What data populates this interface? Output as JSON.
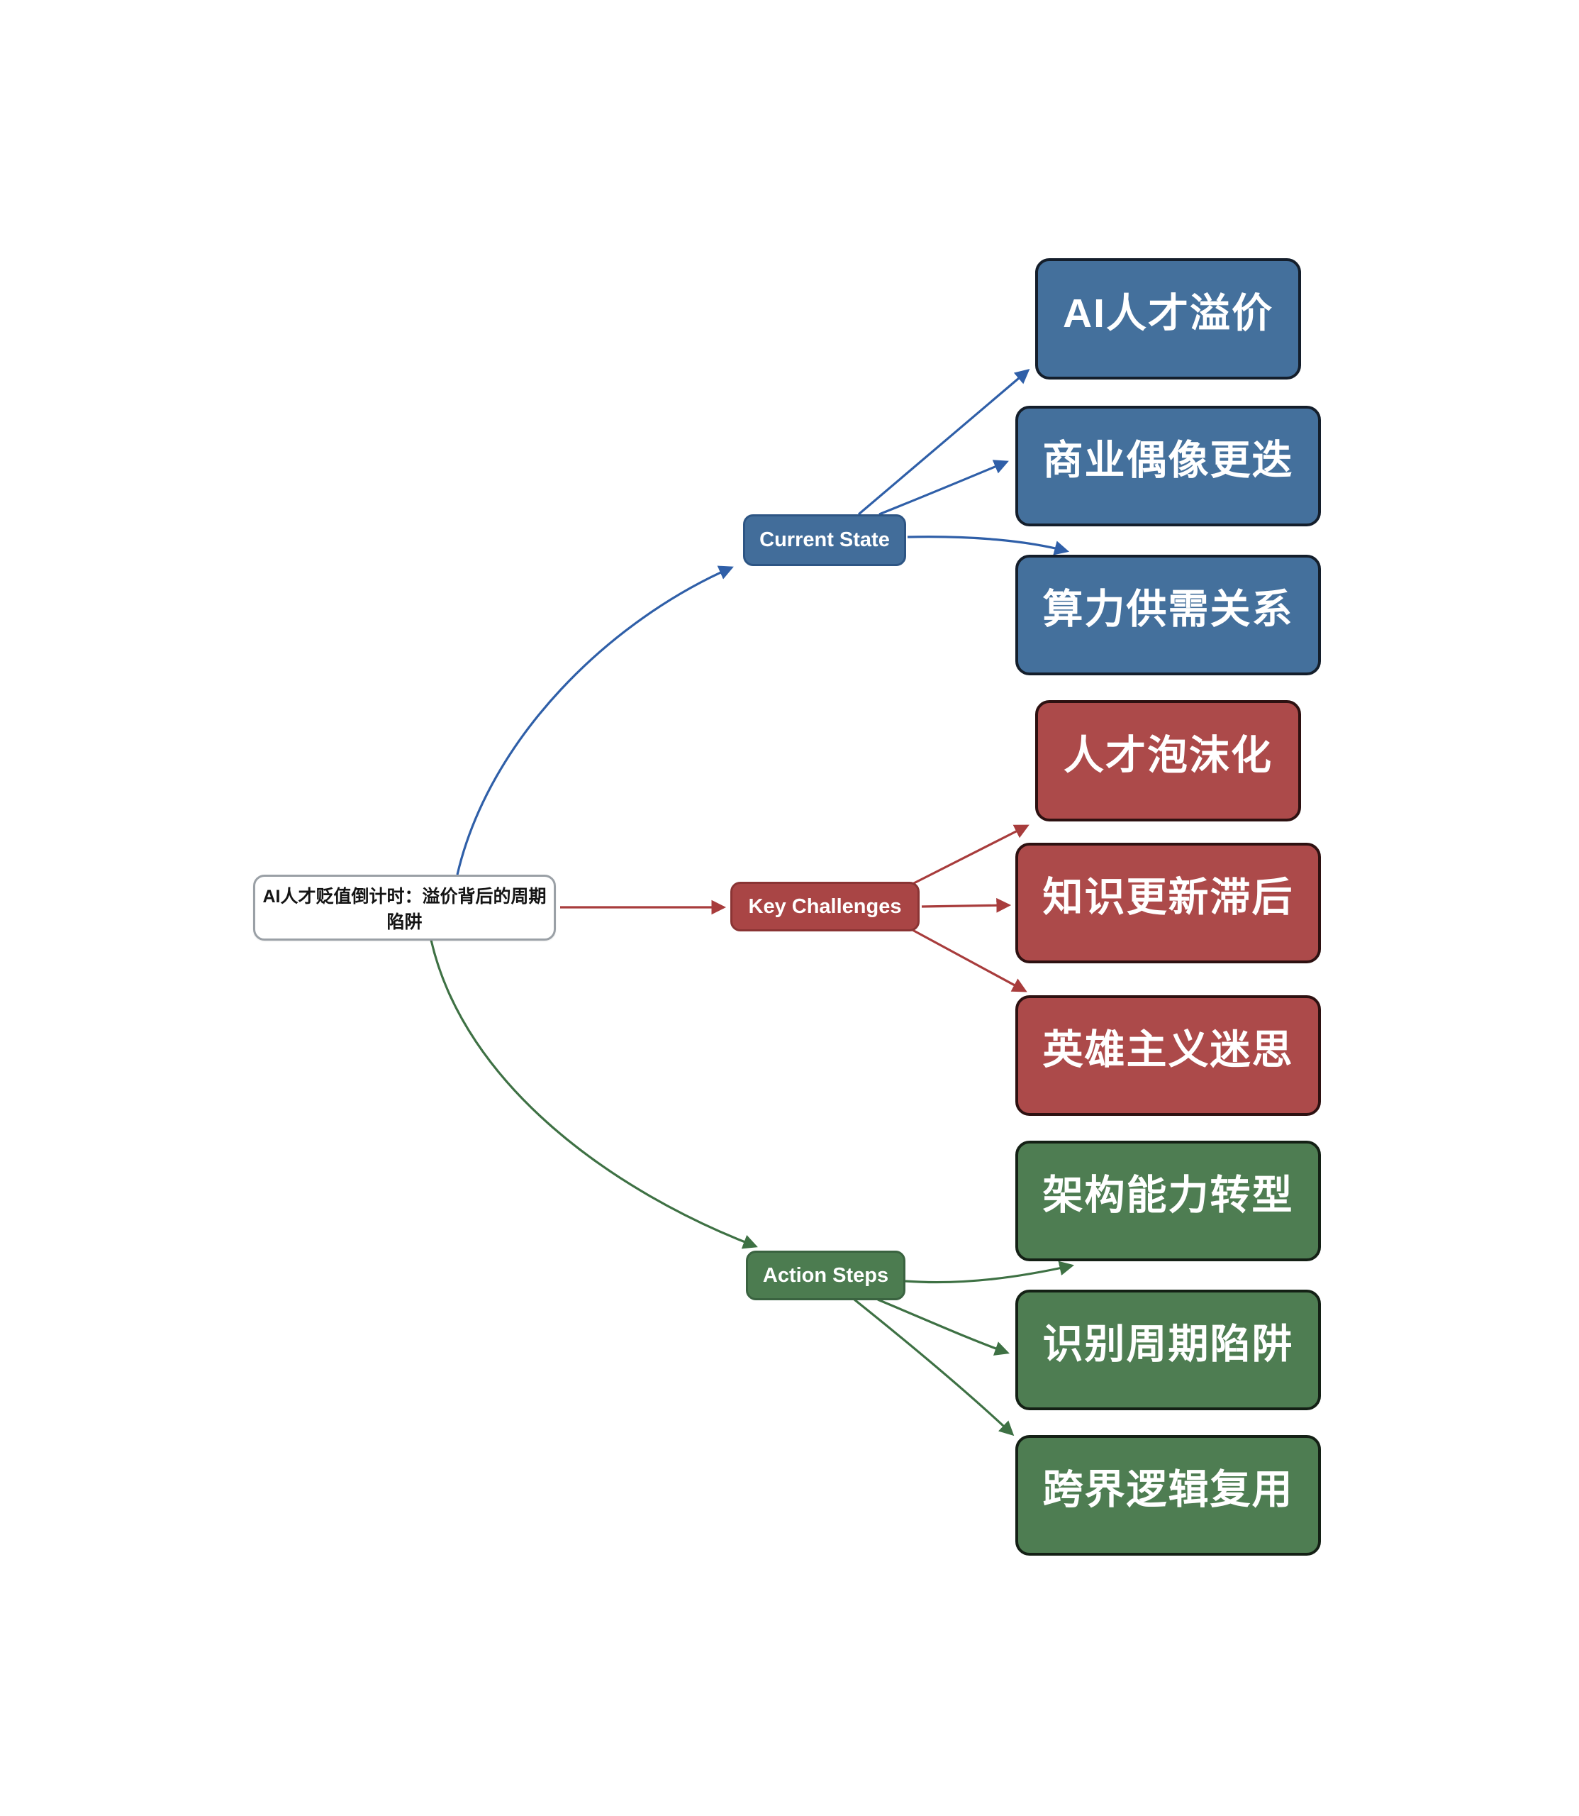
{
  "central": {
    "label": "AI人才贬值倒计时：溢价背后的周期陷阱"
  },
  "branches": [
    {
      "label": "Current State",
      "fill": "#426d9a",
      "border": "#2d5584",
      "edge_color": "#2f5fa8",
      "children": [
        {
          "label": "AI人才溢价"
        },
        {
          "label": "商业偶像更迭"
        },
        {
          "label": "算力供需关系"
        }
      ]
    },
    {
      "label": "Key Challenges",
      "fill": "#a94545",
      "border": "#8a3434",
      "edge_color": "#a83c3c",
      "children": [
        {
          "label": "人才泡沫化"
        },
        {
          "label": "知识更新滞后"
        },
        {
          "label": "英雄主义迷思"
        }
      ]
    },
    {
      "label": "Action Steps",
      "fill": "#4c7c50",
      "border": "#3a6340",
      "edge_color": "#3e7144",
      "children": [
        {
          "label": "架构能力转型"
        },
        {
          "label": "识别周期陷阱"
        },
        {
          "label": "跨界逻辑复用"
        }
      ]
    }
  ],
  "colors": {
    "central_fill": "#ffffff",
    "central_border": "#9aa0a6",
    "background": "#ffffff",
    "leaf_text": "#ffffff"
  }
}
